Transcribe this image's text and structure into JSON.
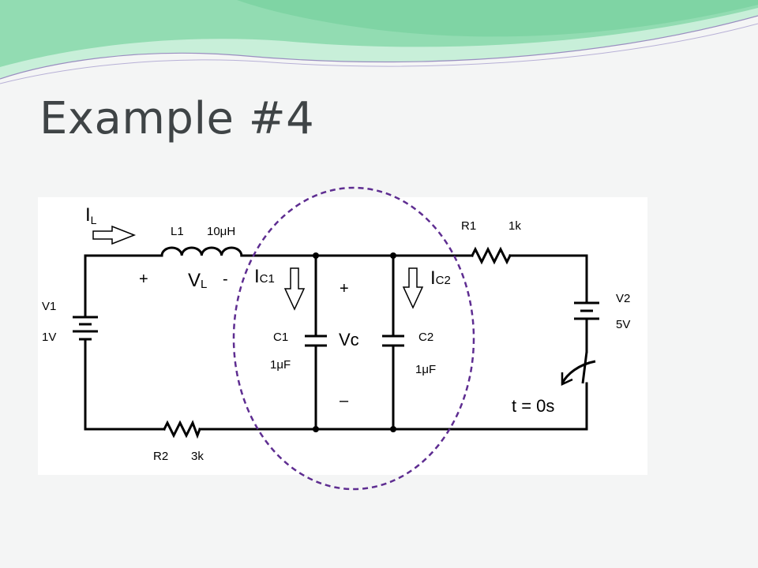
{
  "slide": {
    "title": "Example #4"
  },
  "circuit": {
    "current_IL": {
      "main": "I",
      "sub": "L"
    },
    "L1": {
      "name": "L1",
      "value": "10μH"
    },
    "VL": {
      "plus": "+",
      "main": "V",
      "sub": "L",
      "minus": "-"
    },
    "IC1": {
      "main": "I",
      "sub": "C1"
    },
    "IC2": {
      "main": "I",
      "sub": "C2"
    },
    "C1": {
      "name": "C1",
      "value": "1μF"
    },
    "C2": {
      "name": "C2",
      "value": "1μF"
    },
    "Vc": {
      "plus": "+",
      "label": "Vc",
      "minus": "–"
    },
    "R1": {
      "name": "R1",
      "value": "1k"
    },
    "R2": {
      "name": "R2",
      "value": "3k"
    },
    "V1": {
      "name": "V1",
      "value": "1V"
    },
    "V2": {
      "name": "V2",
      "value": "5V"
    },
    "switch": {
      "label": "t = 0s"
    }
  },
  "colors": {
    "wave_dark": "#7fd4a4",
    "wave_light": "#c8efd9",
    "ellipse": "#5e2d91",
    "wire": "#000000"
  }
}
